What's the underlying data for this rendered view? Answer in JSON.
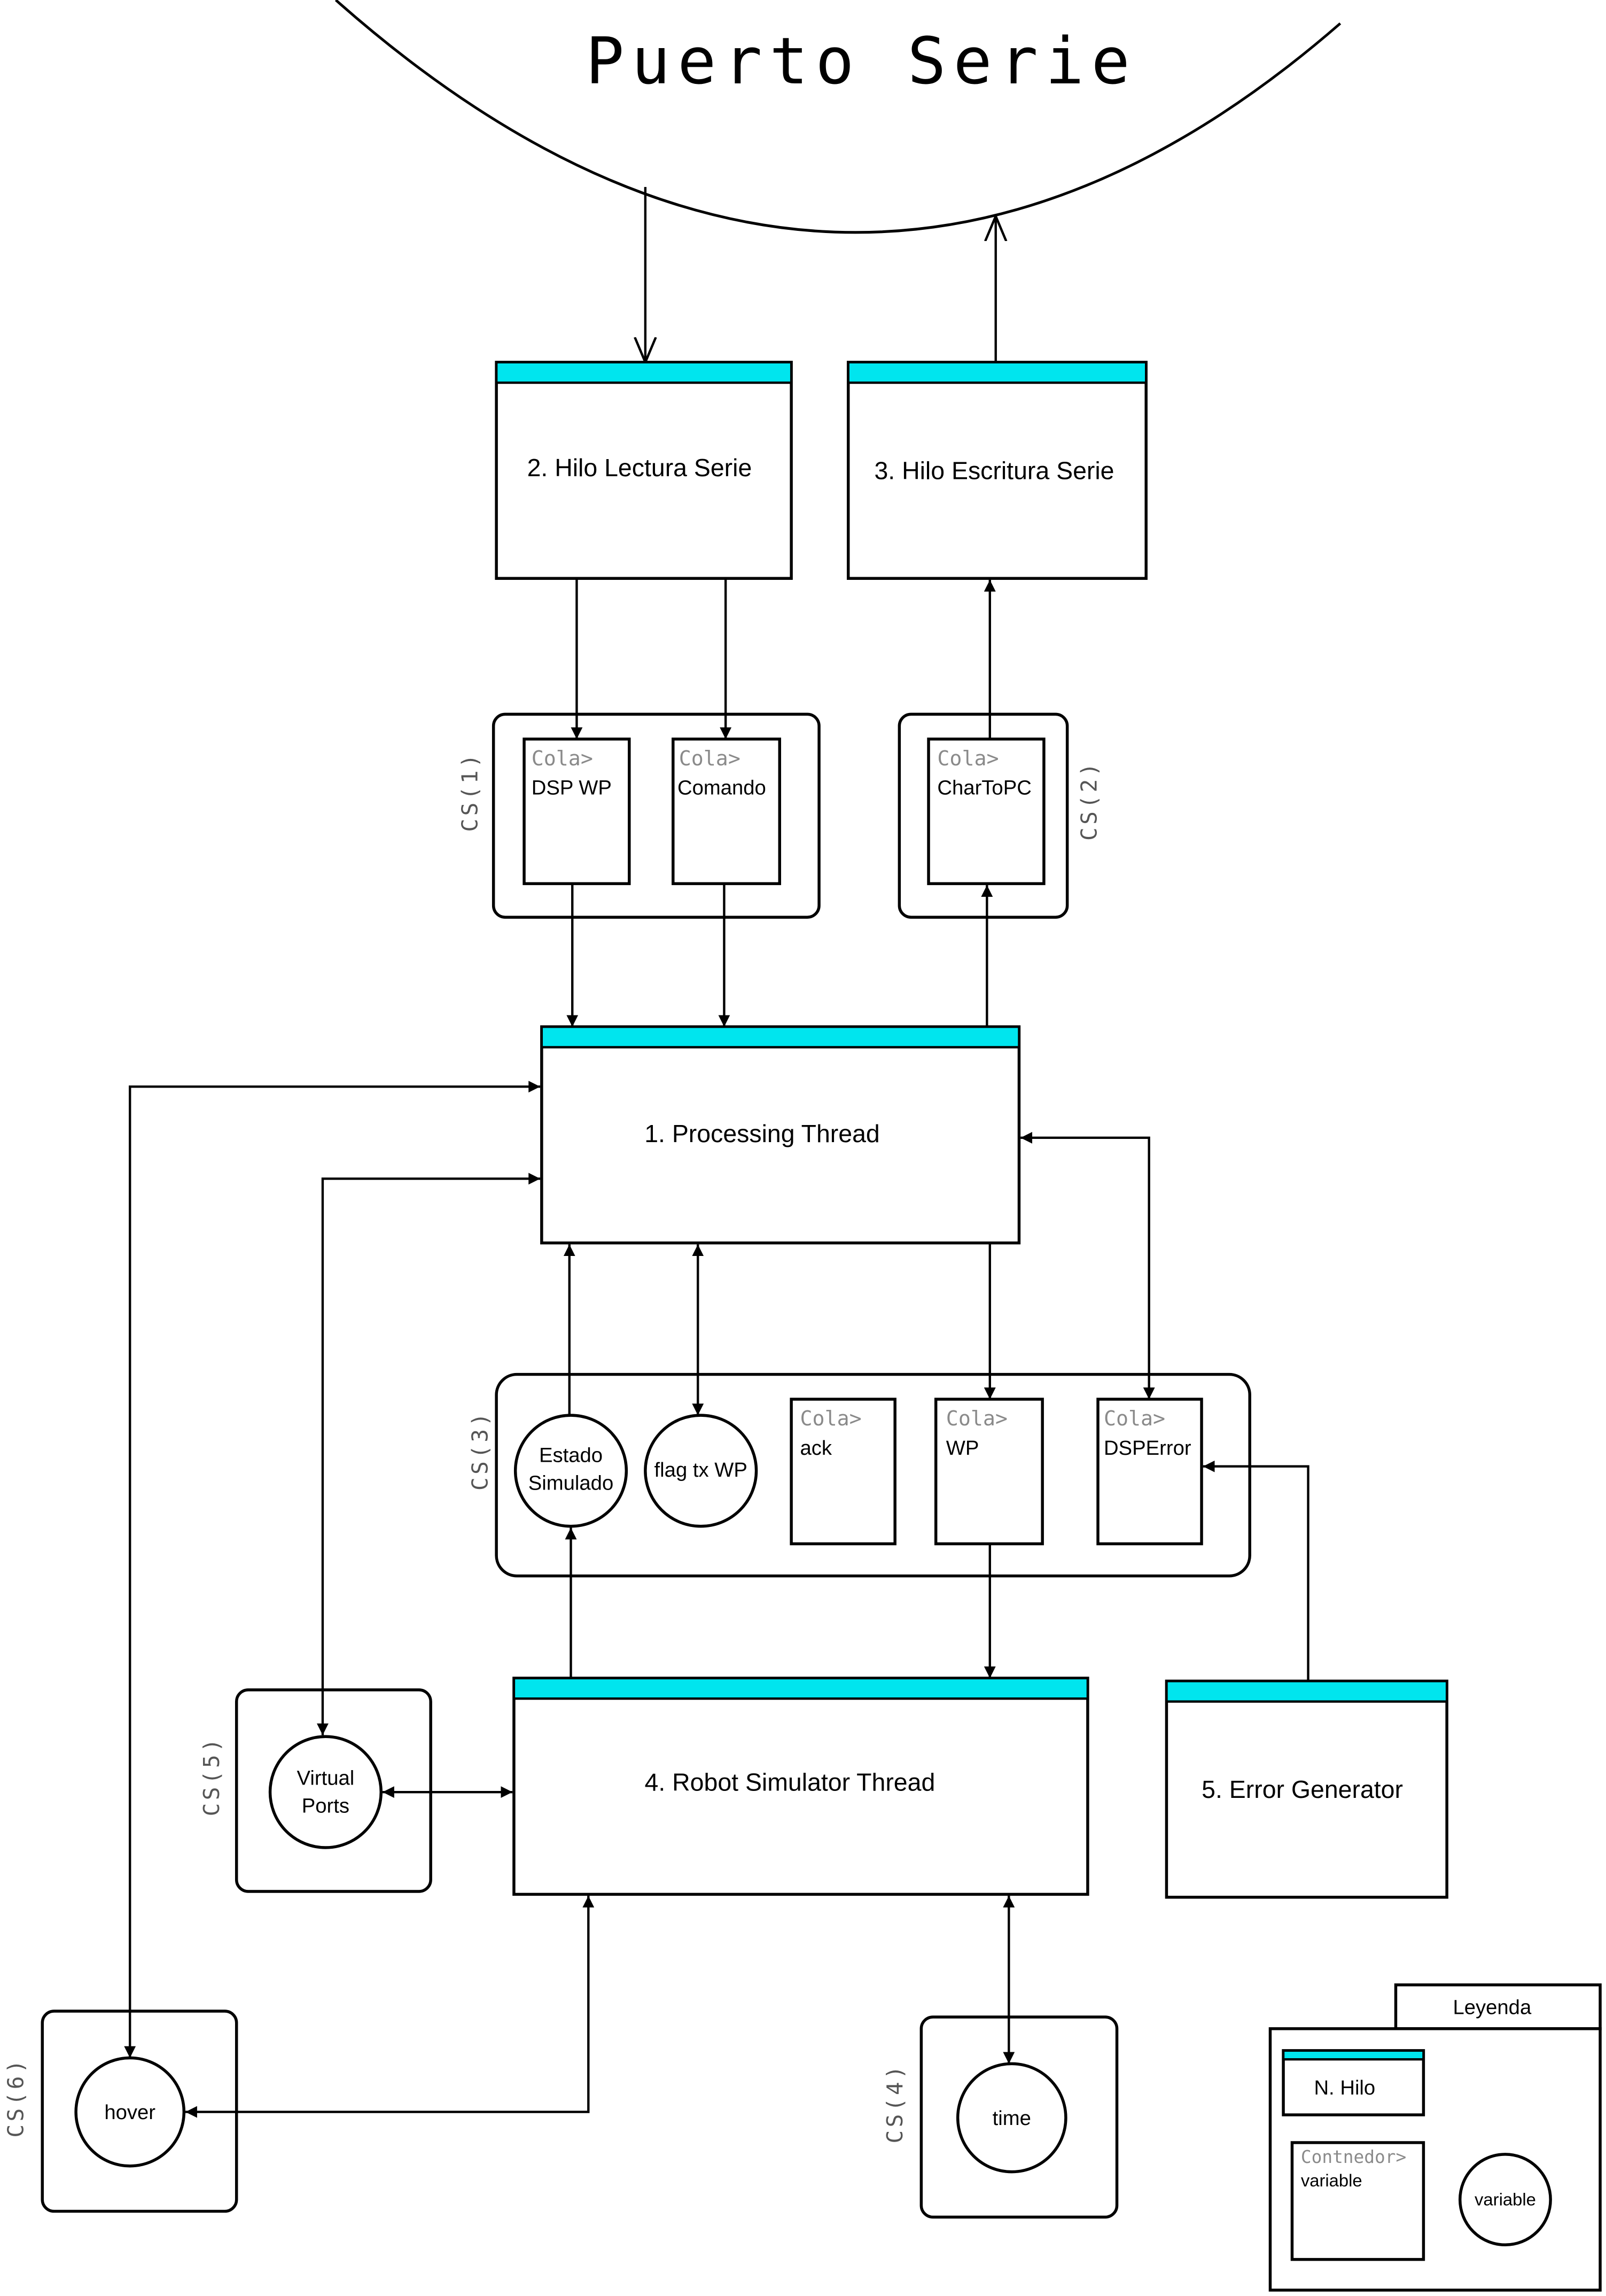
{
  "title": "Puerto Serie",
  "threads": {
    "hilo_lectura": "2. Hilo Lectura Serie",
    "hilo_escritura": "3. Hilo Escritura Serie",
    "processing": "1. Processing Thread",
    "robot_sim": "4. Robot Simulator Thread",
    "error_gen": "5. Error Generator"
  },
  "queue_prefix": "Cola>",
  "queues": {
    "dsp_wp": "DSP WP",
    "comando": "Comando",
    "chartopc": "CharToPC",
    "ack": "ack",
    "wp": "WP",
    "dsperror": "DSPError"
  },
  "variables": {
    "estado_line1": "Estado",
    "estado_line2": "Simulado",
    "flag_tx_wp": "flag tx WP",
    "virtual_line1": "Virtual",
    "virtual_line2": "Ports",
    "hover": "hover",
    "time": "time"
  },
  "critical_sections": {
    "cs1": "CS(1)",
    "cs2": "CS(2)",
    "cs3": "CS(3)",
    "cs4": "CS(4)",
    "cs5": "CS(5)",
    "cs6": "CS(6)"
  },
  "legend": {
    "tab": "Leyenda",
    "thread": "N. Hilo",
    "container_prefix": "Contnedor>",
    "container_var": "variable",
    "variable": "variable"
  },
  "colors": {
    "thread_bar": "#00e5ee",
    "line": "#000000",
    "queue_prefix": "#8a8a8a"
  }
}
